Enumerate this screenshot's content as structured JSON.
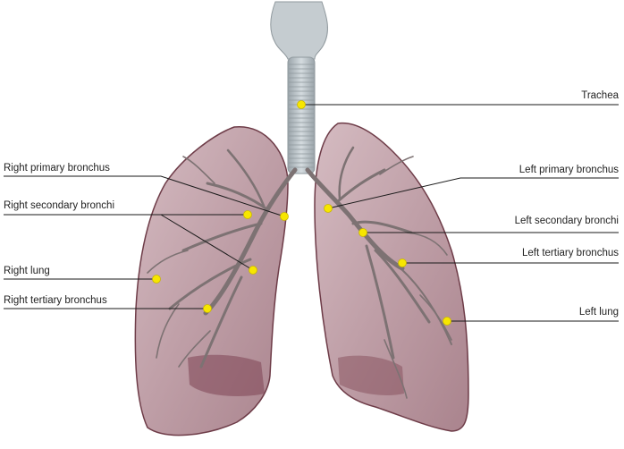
{
  "colors": {
    "lung_fill": "#a77c86",
    "lung_edge": "#6e3c48",
    "airway": "#8a7f80",
    "trachea": "#b8c1c6",
    "dot": "#f7e600",
    "leader": "#1a1a1a"
  },
  "labels": {
    "trachea": "Trachea",
    "right_primary_bronchus": "Right primary bronchus",
    "right_secondary_bronchi": "Right secondary bronchi",
    "right_lung": "Right lung",
    "right_tertiary_bronchus": "Right tertiary bronchus",
    "left_primary_bronchus": "Left primary bronchus",
    "left_secondary_bronchi": "Left secondary bronchi",
    "left_tertiary_bronchus": "Left tertiary bronchus",
    "left_lung": "Left lung"
  }
}
